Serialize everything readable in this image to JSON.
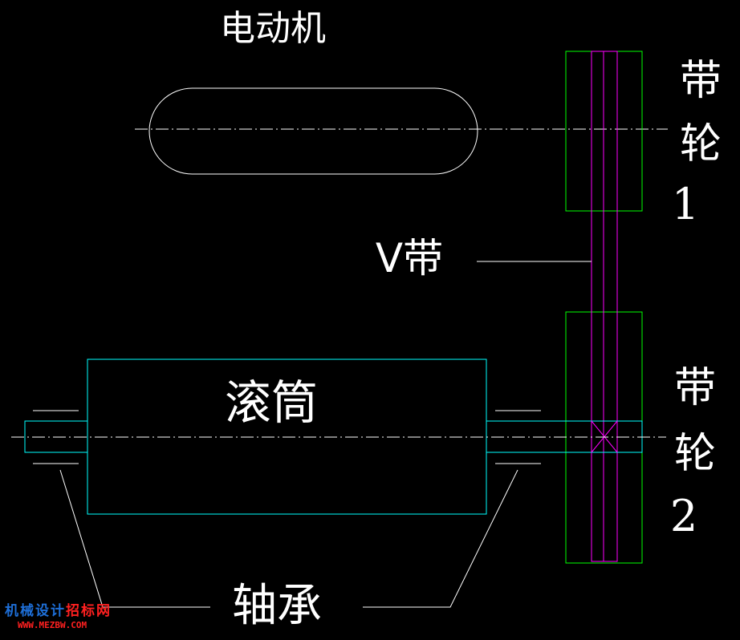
{
  "labels": {
    "motor": "电动机",
    "pulley1_char1": "带",
    "pulley1_char2": "轮",
    "pulley1_num": "1",
    "vbelt": "V带",
    "drum": "滚筒",
    "pulley2_char1": "带",
    "pulley2_char2": "轮",
    "pulley2_num": "2",
    "bearing": "轴承"
  },
  "watermark": {
    "chars": [
      "机",
      "械",
      "设",
      "计",
      "招",
      "标",
      "网"
    ],
    "url": "WWW.MEZBW.COM"
  },
  "colors": {
    "background": "#000000",
    "text": "#ffffff",
    "outline": "#ffffff",
    "pulley": "#00ff00",
    "belt": "#ff00ff",
    "drum_shaft": "#00ffff",
    "watermark_chars": [
      "#1e6fd8",
      "#1e6fd8",
      "#1e6fd8",
      "#1e6fd8",
      "#ff2020",
      "#ff2020",
      "#ff2020"
    ],
    "watermark_url": "#ff2020"
  }
}
